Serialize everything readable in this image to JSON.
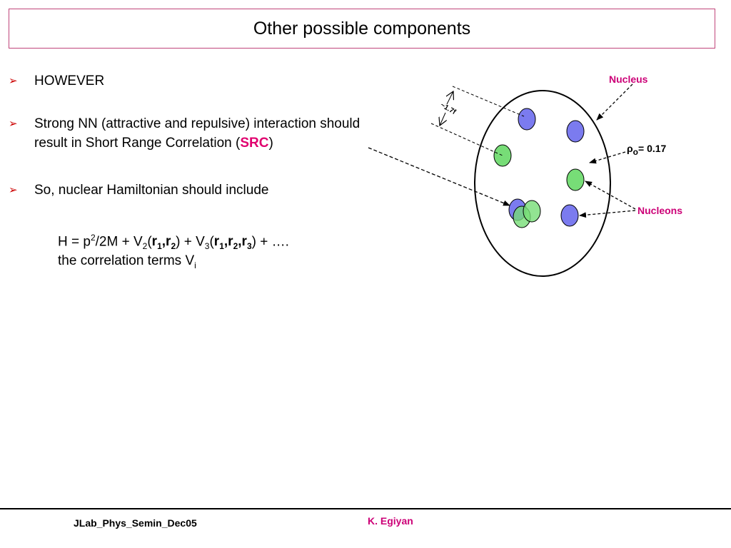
{
  "title": "Other possible components",
  "bullets": [
    {
      "text": "HOWEVER"
    },
    {
      "pre": "Strong NN (attractive and repulsive) interaction should result in Short Range Correlation (",
      "highlight": "SRC",
      "post": ")"
    },
    {
      "text": "So, nuclear Hamiltonian should include"
    }
  ],
  "equation": {
    "h_prefix": "H = p",
    "sup2": "2",
    "mid1": "/2M + V",
    "sub2": "2",
    "open1": "(",
    "r": "r",
    "s1": "1",
    "comma": ",",
    "s2": "2",
    "close_plus": ") +  V",
    "sub3": "3",
    "s3": "3",
    "tail": ") + …."
  },
  "corr": {
    "text": "the correlation terms V",
    "sub": "i"
  },
  "diagram": {
    "nucleus_label": "Nucleus",
    "nucleons_label": "Nucleons",
    "rho_symbol": "ρ",
    "rho_sub": "o",
    "rho_value": "= 0.17",
    "distance_label": "~1.7f",
    "colors": {
      "blue": "#7b7bef",
      "green": "#77dd77",
      "accent": "#cc0077"
    }
  },
  "footer": {
    "left": "JLab_Phys_Semin_Dec05",
    "right": "K. Egiyan"
  }
}
